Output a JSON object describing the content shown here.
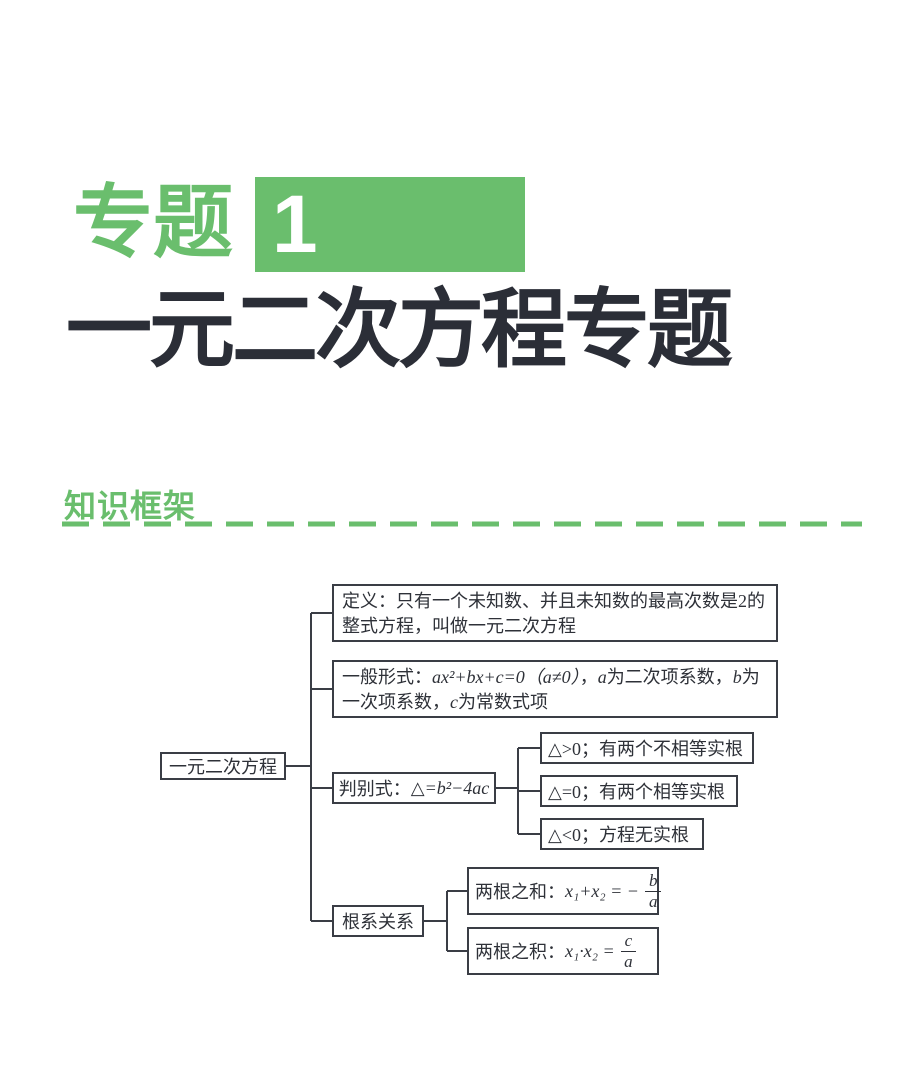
{
  "page": {
    "topic_label": "专题",
    "topic_number": "1",
    "title": "一元二次方程专题",
    "section_header": "知识框架"
  },
  "colors": {
    "accent_green": "#6abe6d",
    "title_dark": "#2b2e37",
    "diagram_line": "#3a3d45"
  },
  "diagram": {
    "root": "一元二次方程",
    "definition": {
      "text": "定义：只有一个未知数、并且未知数的最高次数是2的整式方程，叫做一元二次方程"
    },
    "general": {
      "label": "一般形式：",
      "formula": "ax²+bx+c=0（a≠0）",
      "after_formula": "，",
      "var_a": "a",
      "a_desc": "为二次项系数，",
      "var_b": "b",
      "b_desc": "为一次项系数，",
      "var_c": "c",
      "c_desc": "为常数式项"
    },
    "discriminant": {
      "label": "判别式：",
      "formula": "△=b²−4ac"
    },
    "delta_cases": [
      "△>0；有两个不相等实根",
      "△=0；有两个相等实根",
      "△<0；方程无实根"
    ],
    "roots_relation": "根系关系",
    "sum": {
      "label": "两根之和：",
      "expr": "x₁+x₂ = −",
      "num": "b",
      "den": "a"
    },
    "product": {
      "label": "两根之积：",
      "expr": "x₁·x₂ =",
      "num": "c",
      "den": "a"
    }
  }
}
